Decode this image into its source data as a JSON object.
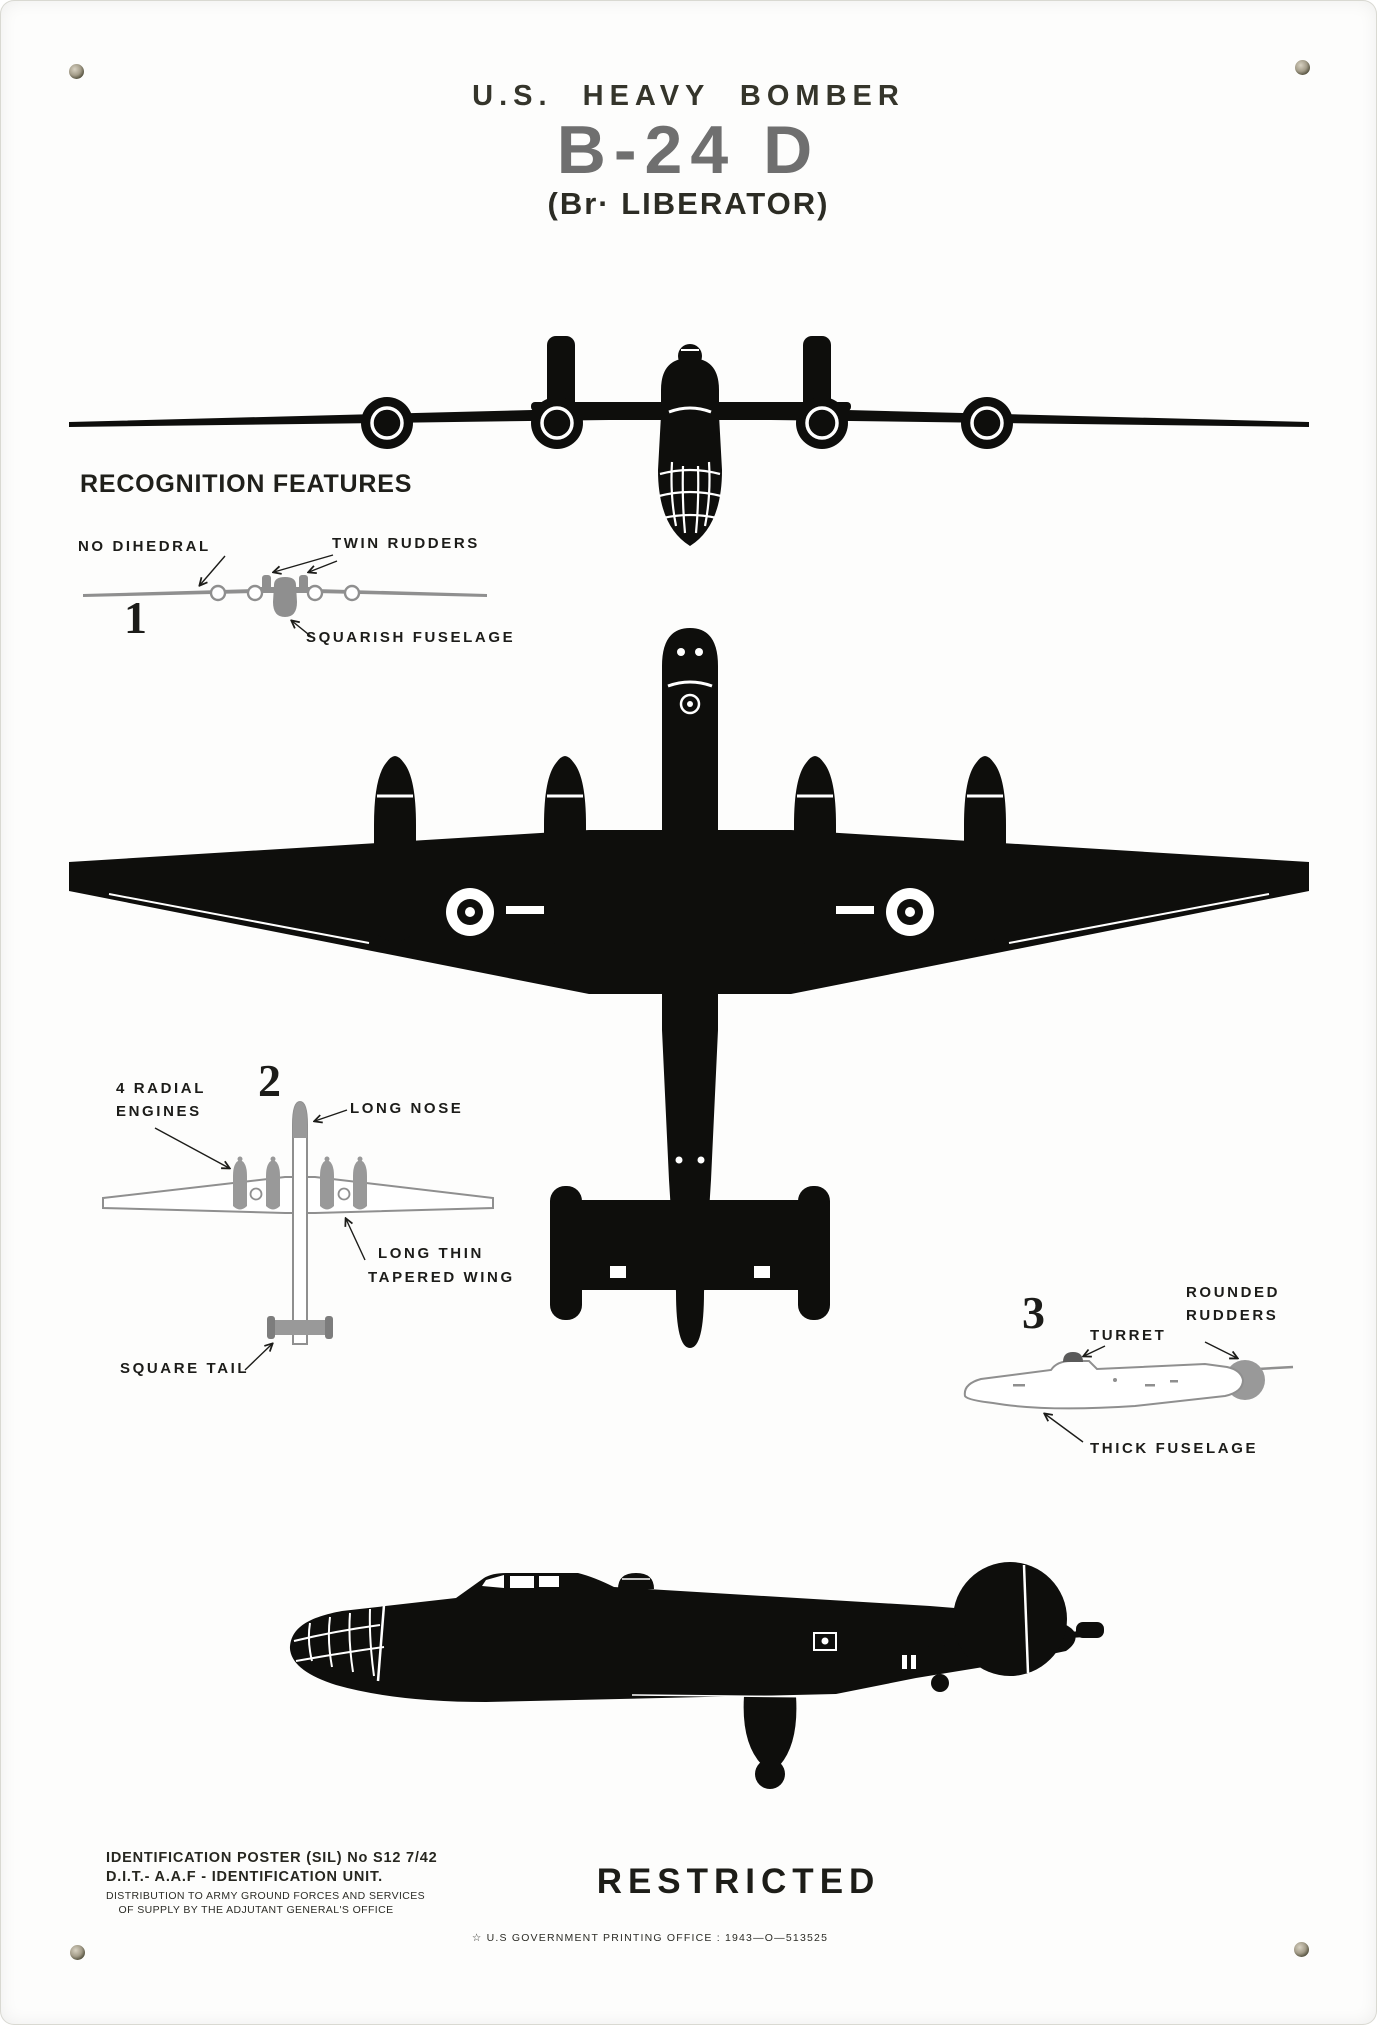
{
  "colors": {
    "silhouette": "#0e0e0c",
    "figure_gray": "#8f8f8f",
    "figure_gray_dark": "#7d7d7d",
    "model_gray": "#6f6f6f",
    "kicker_dark": "#35352b",
    "ink": "#1c1c19"
  },
  "header": {
    "kicker": "U.S. HEAVY BOMBER",
    "model": "B-24 D",
    "subtitle": "(Br· LIBERATOR)"
  },
  "recognition_heading": "RECOGNITION FEATURES",
  "figure1": {
    "number": "1",
    "label_no_dihedral": "NO DIHEDRAL",
    "label_twin_rudders": "TWIN RUDDERS",
    "label_squarish_fuselage": "SQUARISH FUSELAGE"
  },
  "figure2": {
    "number": "2",
    "label_radial_line1": "4 RADIAL",
    "label_radial_line2": "ENGINES",
    "label_long_nose": "LONG NOSE",
    "label_wing_line1": "LONG THIN",
    "label_wing_line2": "TAPERED WING",
    "label_square_tail": "SQUARE TAIL"
  },
  "figure3": {
    "number": "3",
    "label_turret": "TURRET",
    "label_rudders_line1": "ROUNDED",
    "label_rudders_line2": "RUDDERS",
    "label_thick_fuselage": "THICK FUSELAGE"
  },
  "footer": {
    "id_line1": "IDENTIFICATION POSTER (SIL) No S12 7/42",
    "id_line2": "D.I.T.- A.A.F - IDENTIFICATION UNIT.",
    "dist_line1": "DISTRIBUTION TO ARMY GROUND FORCES AND SERVICES",
    "dist_line2": "OF SUPPLY BY THE ADJUTANT GENERAL'S OFFICE",
    "restricted": "RESTRICTED",
    "printing_line": "☆ U.S GOVERNMENT PRINTING OFFICE : 1943—O—513525"
  }
}
